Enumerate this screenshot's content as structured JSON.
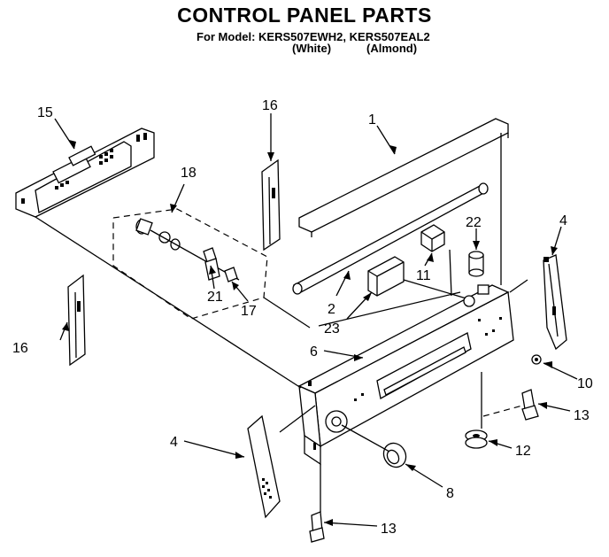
{
  "header": {
    "title": "CONTROL PANEL PARTS",
    "model_line": "For Model: KERS507EWH2, KERS507EAL2",
    "variant_white": "(White)",
    "variant_almond": "(Almond)"
  },
  "callouts": {
    "c1": "1",
    "c2": "2",
    "c4a": "4",
    "c4b": "4",
    "c6": "6",
    "c8": "8",
    "c10": "10",
    "c11": "11",
    "c12": "12",
    "c13a": "13",
    "c13b": "13",
    "c15": "15",
    "c16a": "16",
    "c16b": "16",
    "c17": "17",
    "c18": "18",
    "c21": "21",
    "c22": "22",
    "c23": "23"
  }
}
